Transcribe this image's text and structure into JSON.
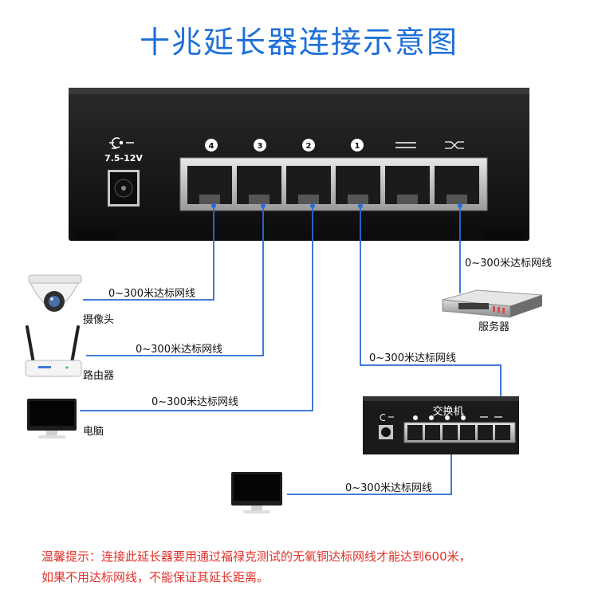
{
  "title": "十兆延长器连接示意图",
  "extender": {
    "power_label": "7.5-12V",
    "port_numbers": [
      "4",
      "3",
      "2",
      "1"
    ]
  },
  "cable_label": "0~300米达标网线",
  "devices": {
    "camera": "摄像头",
    "router": "路由器",
    "pc": "电脑",
    "server": "服务器",
    "switch": "交换机"
  },
  "colors": {
    "title": "#1d6fd8",
    "cable": "#2a6bd6",
    "note": "#e0322a"
  },
  "note": {
    "line1": "温馨提示：连接此延长器要用通过福禄克测试的无氧铜达标网线才能达到600米，",
    "line2": "如果不用达标网线，不能保证其延长距离。"
  }
}
